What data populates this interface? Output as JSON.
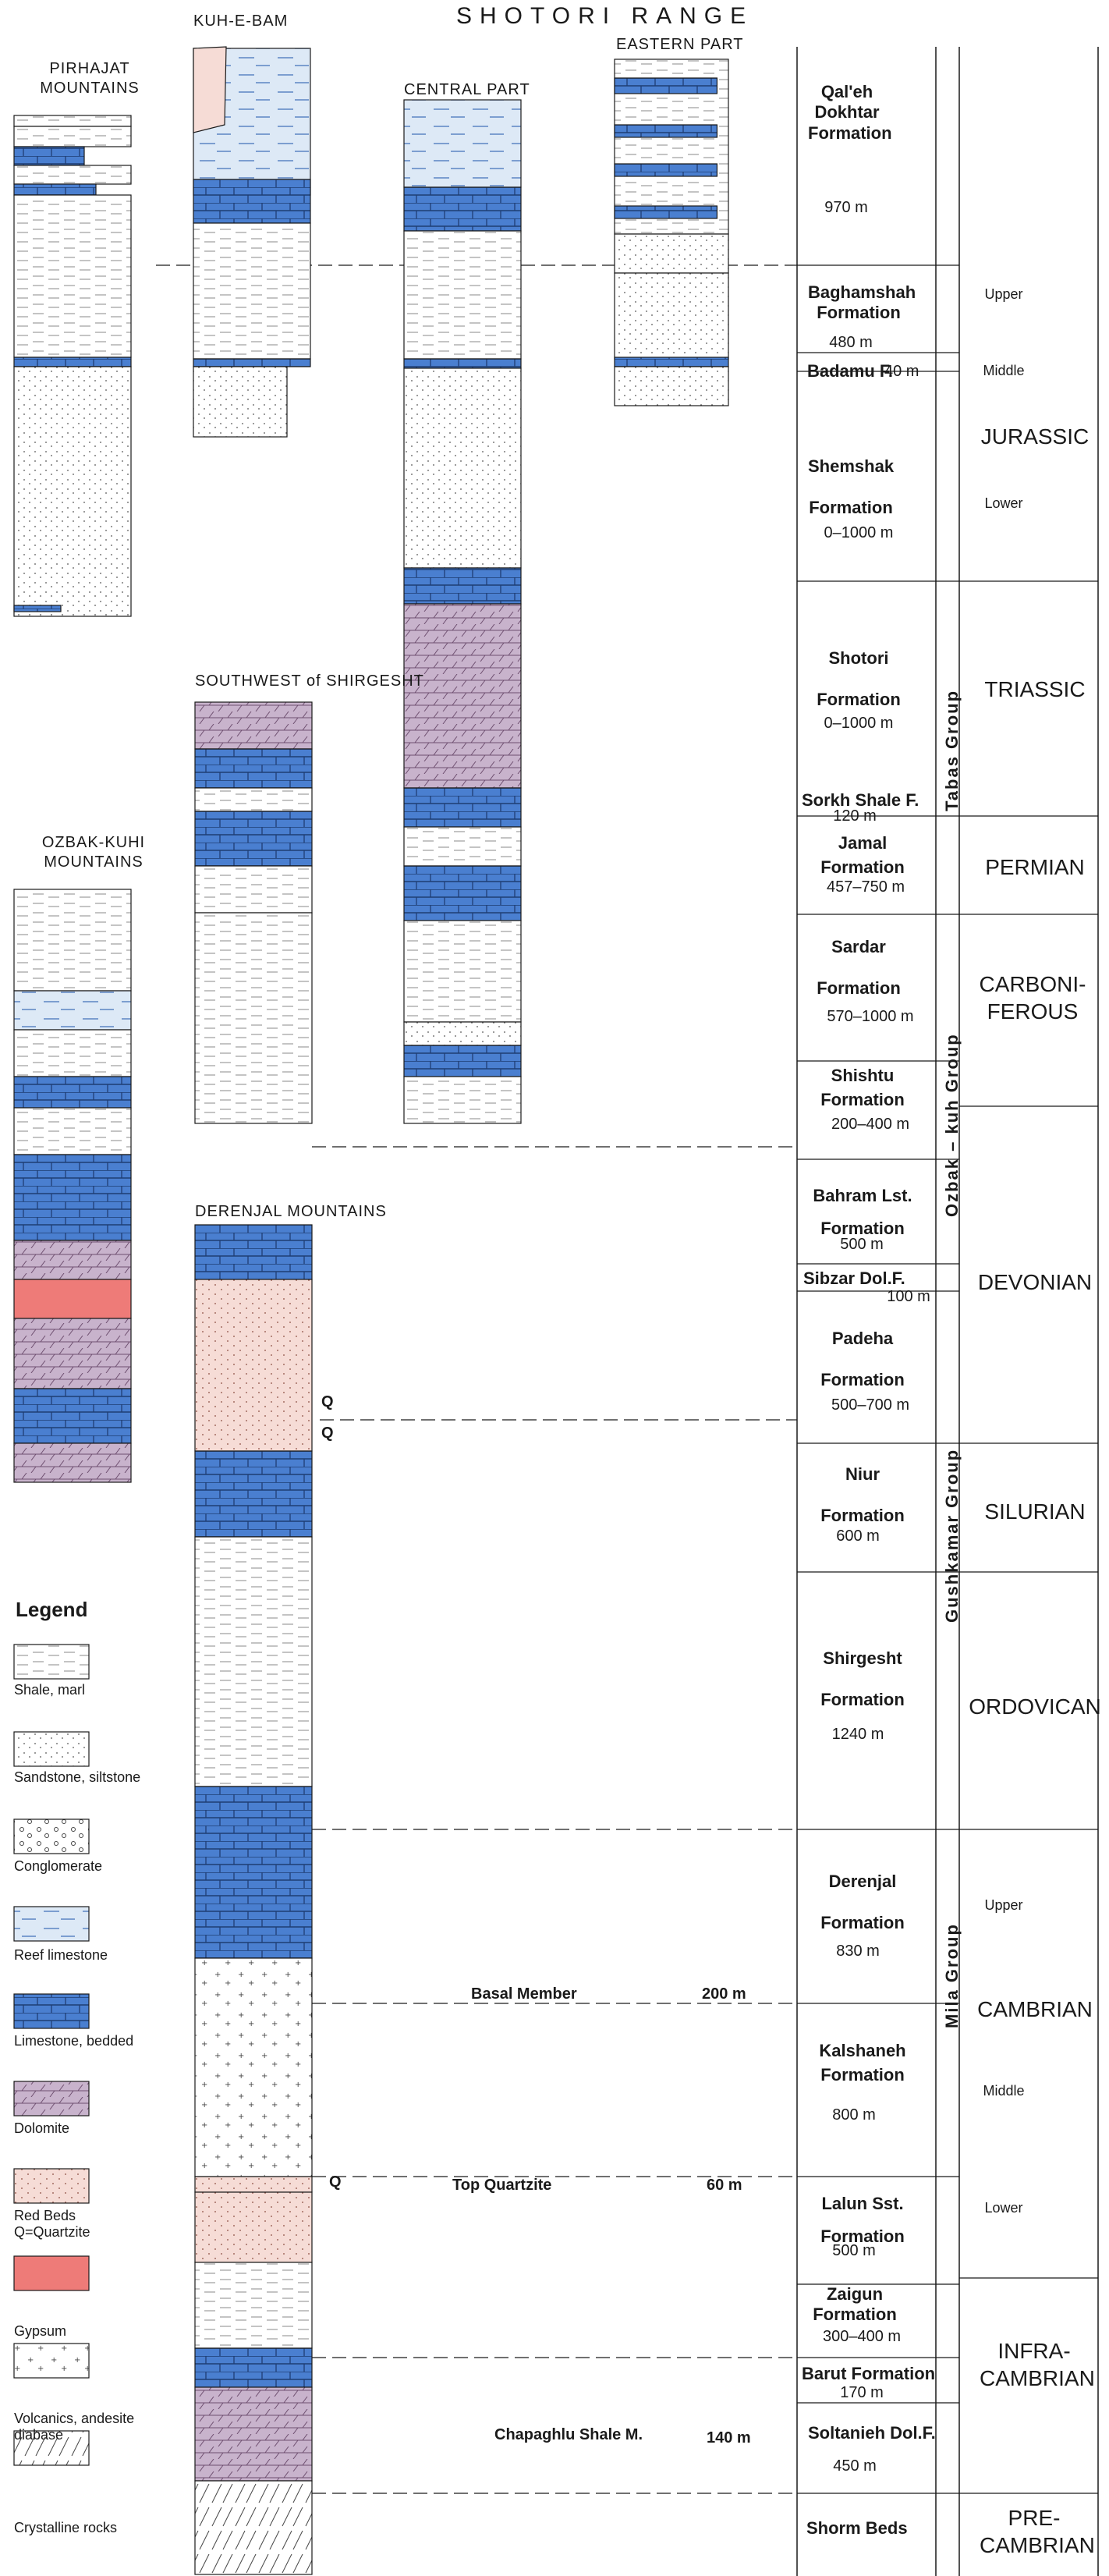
{
  "header": {
    "title": "SHOTORI RANGE"
  },
  "sections": {
    "pirhajat": "PIRHAJAT MOUNTAINS",
    "kuhebam": "KUH-E-BAM",
    "central": "CENTRAL PART",
    "eastern": "EASTERN PART",
    "southwest": "SOUTHWEST of SHIRGESHT",
    "ozbak": "OZBAK-KUHI MOUNTAINS",
    "derenjal": "DERENJAL MOUNTAINS"
  },
  "formations": [
    {
      "name": "Qal'eh Dokhtar Formation",
      "thickness": "970 m"
    },
    {
      "name": "Baghamshah Formation",
      "thickness": "480 m"
    },
    {
      "name": "Badamu F.",
      "thickness": "40 m"
    },
    {
      "name": "Shemshak Formation",
      "thickness": "0–1000 m"
    },
    {
      "name": "Shotori Formation",
      "thickness": "0–1000 m"
    },
    {
      "name": "Sorkh Shale F.",
      "thickness": "120 m"
    },
    {
      "name": "Jamal Formation",
      "thickness": "457–750 m"
    },
    {
      "name": "Sardar Formation",
      "thickness": "570–1000 m"
    },
    {
      "name": "Shishtu Formation",
      "thickness": "200–400 m"
    },
    {
      "name": "Bahram Lst. Formation",
      "thickness": "500 m"
    },
    {
      "name": "Sibzar Dol.F.",
      "thickness": "100 m"
    },
    {
      "name": "Padeha Formation",
      "thickness": "500–700 m"
    },
    {
      "name": "Niur Formation",
      "thickness": "600 m"
    },
    {
      "name": "Shirgesht Formation",
      "thickness": "1240 m"
    },
    {
      "name": "Derenjal Formation",
      "thickness": "830 m"
    },
    {
      "name": "Kalshaneh Formation",
      "thickness": "800 m"
    },
    {
      "name": "Lalun Sst. Formation",
      "thickness": "500 m"
    },
    {
      "name": "Zaigun Formation",
      "thickness": "300–400 m"
    },
    {
      "name": "Barut Formation",
      "thickness": "170 m"
    },
    {
      "name": "Soltanieh Dol.F.",
      "thickness": "450 m"
    },
    {
      "name": "Shorm Beds",
      "thickness": ""
    }
  ],
  "groups": [
    "Tabas Group",
    "Ozbak – kuh Group",
    "Gushkamar Group",
    "Mila Group"
  ],
  "periods": [
    "JURASSIC",
    "TRIASSIC",
    "PERMIAN",
    "CARBONI- FEROUS",
    "DEVONIAN",
    "SILURIAN",
    "ORDOVICAN",
    "CAMBRIAN",
    "INFRA- CAMBRIAN",
    "PRE- CAMBRIAN"
  ],
  "subdivisions": [
    "Upper",
    "Middle",
    "Lower",
    "Upper",
    "Middle",
    "Lower"
  ],
  "inline": {
    "basal": "Basal Member",
    "basal_t": "200 m",
    "topq": "Top Quartzite",
    "topq_t": "60 m",
    "chap": "Chapaghlu Shale M.",
    "chap_t": "140 m",
    "q": "Q"
  },
  "legend": {
    "title": "Legend",
    "items": [
      {
        "label": "Shale, marl",
        "pattern": "shale"
      },
      {
        "label": "Sandstone, siltstone",
        "pattern": "sand"
      },
      {
        "label": "Conglomerate",
        "pattern": "cong"
      },
      {
        "label": "Reef limestone",
        "pattern": "reef"
      },
      {
        "label": "Limestone, bedded",
        "pattern": "lime"
      },
      {
        "label": "Dolomite",
        "pattern": "dolo"
      },
      {
        "label": "Red Beds Q=Quartzite",
        "pattern": "red"
      },
      {
        "label": "Gypsum",
        "pattern": "gyp"
      },
      {
        "label": "Volcanics, andesite diabase",
        "pattern": "volc"
      },
      {
        "label": "Crystalline rocks",
        "pattern": "crys"
      }
    ]
  },
  "colors": {
    "limestone": "#4a7fd0",
    "reef": "#dde9f6",
    "dolomite": "#c8b3cc",
    "redbed": "#f6dcd6",
    "gypsum": "#ee7b78",
    "line": "#1a1a1a"
  }
}
